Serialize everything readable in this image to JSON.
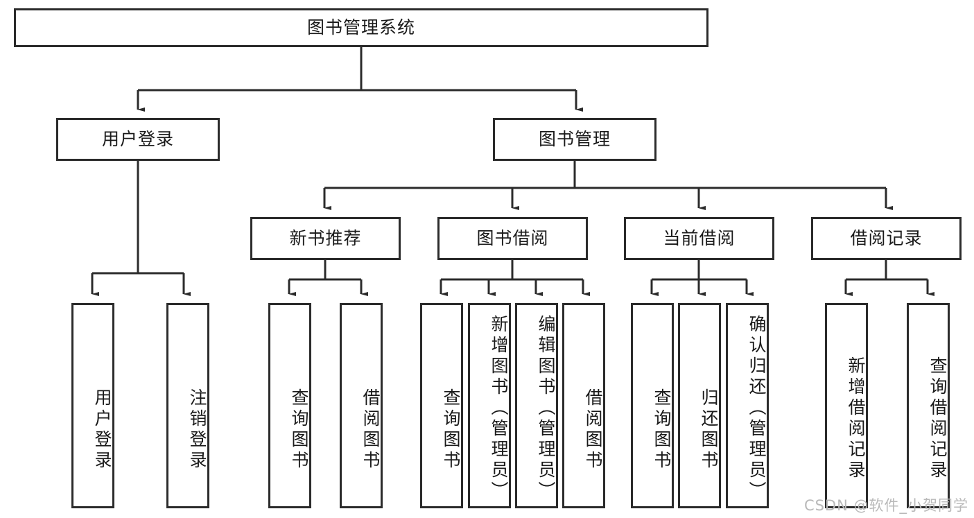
{
  "diagram": {
    "type": "tree-hierarchy-chart",
    "title": "图书管理系统",
    "root": {
      "id": "root",
      "label": "图书管理系统",
      "orientation": "horizontal"
    },
    "level2": [
      {
        "id": "user-login",
        "label": "用户登录",
        "orientation": "horizontal"
      },
      {
        "id": "book-manage",
        "label": "图书管理",
        "orientation": "horizontal"
      }
    ],
    "level3": [
      {
        "id": "new-book-rec",
        "label": "新书推荐",
        "orientation": "horizontal",
        "parent": "book-manage"
      },
      {
        "id": "book-borrow",
        "label": "图书借阅",
        "orientation": "horizontal",
        "parent": "book-manage"
      },
      {
        "id": "current-borrow",
        "label": "当前借阅",
        "orientation": "horizontal",
        "parent": "book-manage"
      },
      {
        "id": "borrow-record",
        "label": "借阅记录",
        "orientation": "horizontal",
        "parent": "book-manage"
      }
    ],
    "leaves": [
      {
        "id": "leaf-user-login",
        "label": "用户登录",
        "parent": "user-login"
      },
      {
        "id": "leaf-logout-login",
        "label": "注销登录",
        "parent": "user-login"
      },
      {
        "id": "leaf-query-book-1",
        "label": "查询图书",
        "parent": "new-book-rec"
      },
      {
        "id": "leaf-borrow-book-1",
        "label": "借阅图书",
        "parent": "new-book-rec"
      },
      {
        "id": "leaf-query-book-2",
        "label": "查询图书",
        "parent": "book-borrow"
      },
      {
        "id": "leaf-add-book",
        "label": "新增图书（管理员）",
        "parent": "book-borrow"
      },
      {
        "id": "leaf-edit-book",
        "label": "编辑图书（管理员）",
        "parent": "book-borrow"
      },
      {
        "id": "leaf-borrow-book-2",
        "label": "借阅图书",
        "parent": "book-borrow"
      },
      {
        "id": "leaf-query-book-3",
        "label": "查询图书",
        "parent": "current-borrow"
      },
      {
        "id": "leaf-return-book",
        "label": "归还图书",
        "parent": "current-borrow"
      },
      {
        "id": "leaf-confirm-return",
        "label": "确认归还（管理员）",
        "parent": "current-borrow"
      },
      {
        "id": "leaf-add-record",
        "label": "新增借阅记录",
        "parent": "borrow-record"
      },
      {
        "id": "leaf-query-record",
        "label": "查询借阅记录",
        "parent": "borrow-record"
      }
    ]
  },
  "watermark": {
    "text": "CSDN @软件_小贺同学"
  },
  "colors": {
    "border": "#2b2b2b",
    "background": "#ffffff",
    "text": "#1a1a1a",
    "watermark": "#b9b9b9"
  }
}
